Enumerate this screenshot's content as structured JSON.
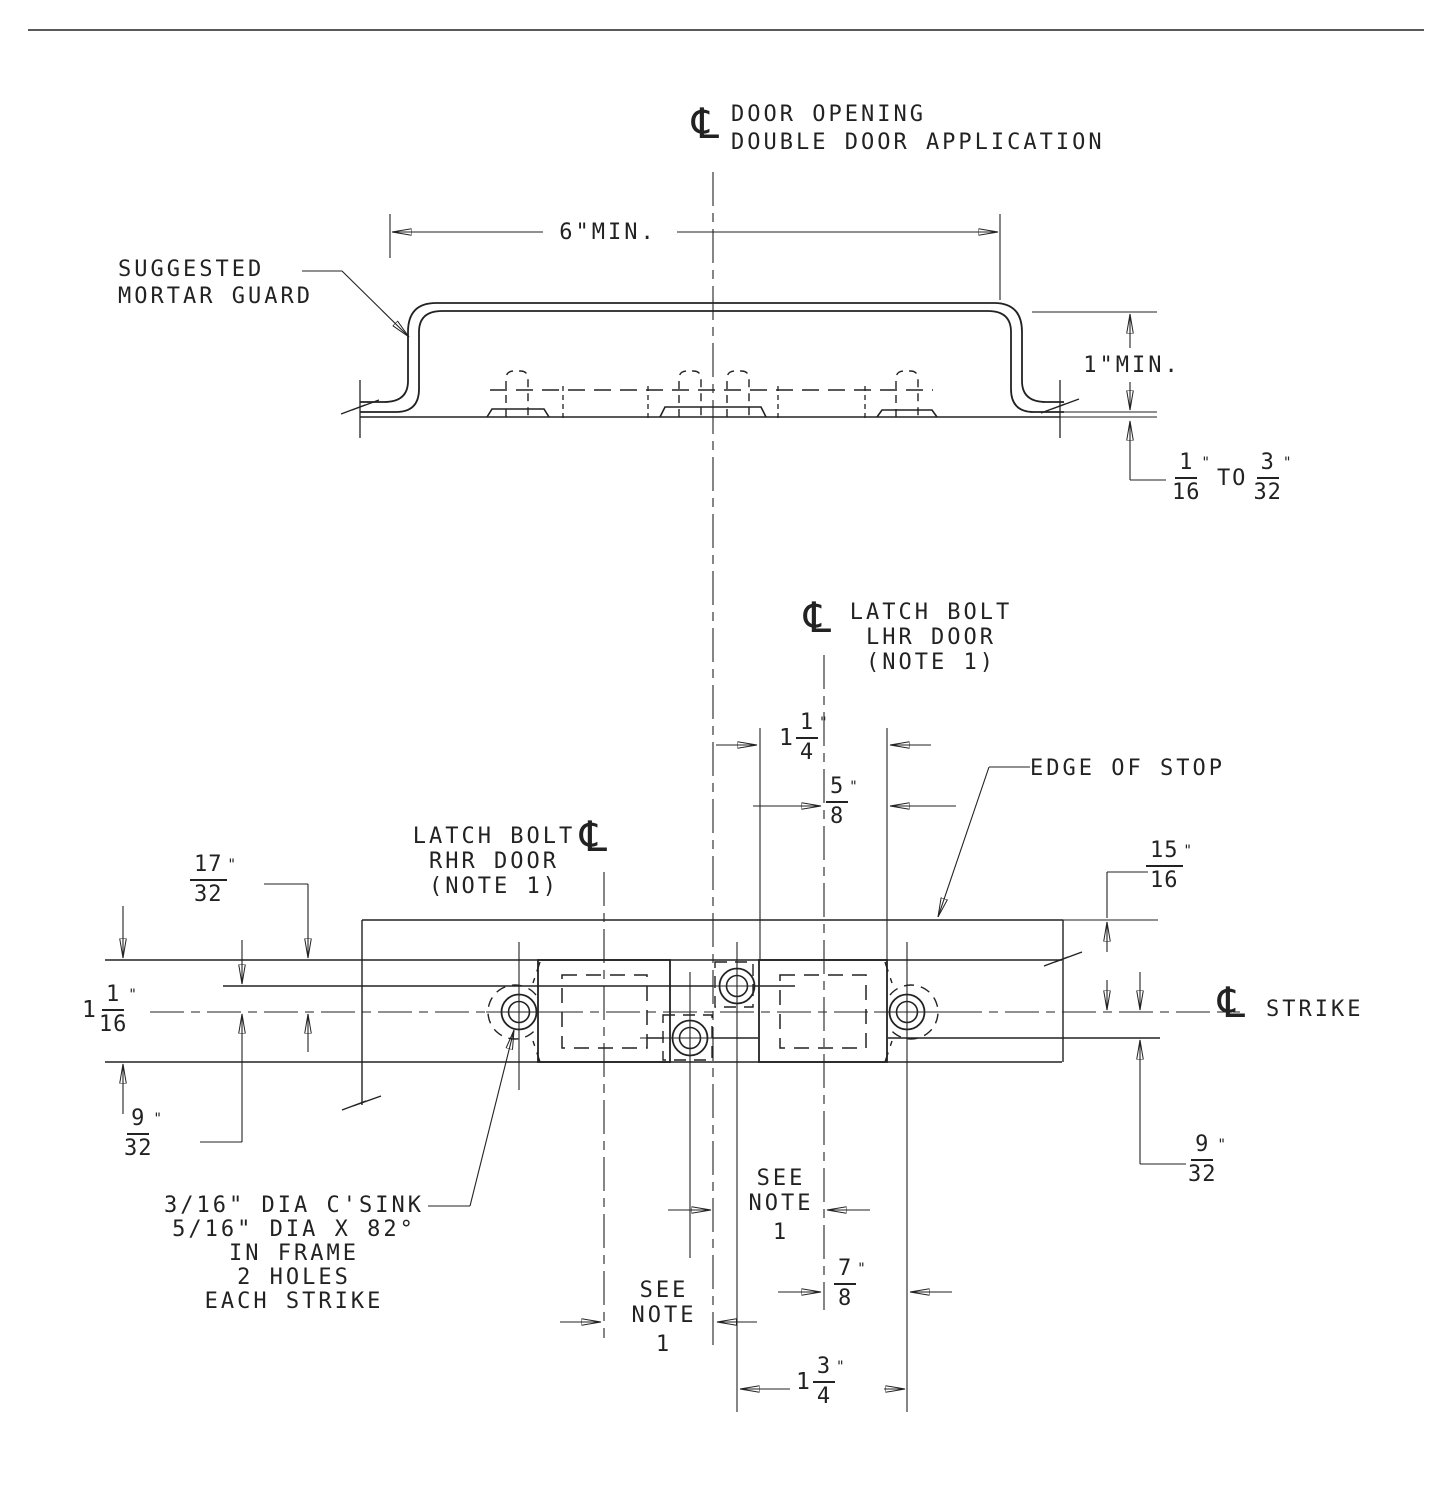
{
  "sheet": {
    "type": "installation-drawing"
  },
  "cl_symbol": "℄",
  "title": {
    "line1": "DOOR OPENING",
    "line2": "DOUBLE DOOR APPLICATION"
  },
  "labels": {
    "suggested_mortar_guard": {
      "line1": "SUGGESTED",
      "line2": "MORTAR GUARD"
    },
    "edge_of_stop": "EDGE OF STOP",
    "strike": "STRIKE",
    "latch_lhr": {
      "line1": "LATCH BOLT",
      "line2": "LHR DOOR",
      "line3": "(NOTE 1)"
    },
    "latch_rhr": {
      "line1": "LATCH BOLT",
      "line2": "RHR DOOR",
      "line3": "(NOTE 1)"
    },
    "csink_note": {
      "line1": "3/16\" DIA C'SINK",
      "line2": "5/16\" DIA X 82°",
      "line3": "IN FRAME",
      "line4": "2 HOLES",
      "line5": "EACH STRIKE"
    },
    "see_note": {
      "line1": "SEE",
      "line2": "NOTE",
      "line3": "1"
    }
  },
  "dims": {
    "six_min": "6\"MIN.",
    "one_min": "1\"MIN.",
    "tol": {
      "f1": {
        "num": "1",
        "den": "16"
      },
      "q1": "\"",
      "mid": "TO",
      "f2": {
        "num": "3",
        "den": "32"
      },
      "q2": "\""
    },
    "d17_32": {
      "num": "17",
      "den": "32",
      "suffix": "\""
    },
    "d1_1_16": {
      "whole": "1",
      "num": "1",
      "den": "16",
      "suffix": "\""
    },
    "d9_32_left": {
      "num": "9",
      "den": "32",
      "suffix": "\""
    },
    "d1_1_4": {
      "whole": "1",
      "num": "1",
      "den": "4",
      "suffix": "\""
    },
    "d5_8": {
      "num": "5",
      "den": "8",
      "suffix": "\""
    },
    "d15_16": {
      "num": "15",
      "den": "16",
      "suffix": "\""
    },
    "d9_32_right": {
      "num": "9",
      "den": "32",
      "suffix": "\""
    },
    "d7_8": {
      "num": "7",
      "den": "8",
      "suffix": "\""
    },
    "d1_3_4": {
      "whole": "1",
      "num": "3",
      "den": "4",
      "suffix": "\""
    }
  },
  "colors": {
    "ink": "#222222",
    "paper": "#ffffff"
  }
}
